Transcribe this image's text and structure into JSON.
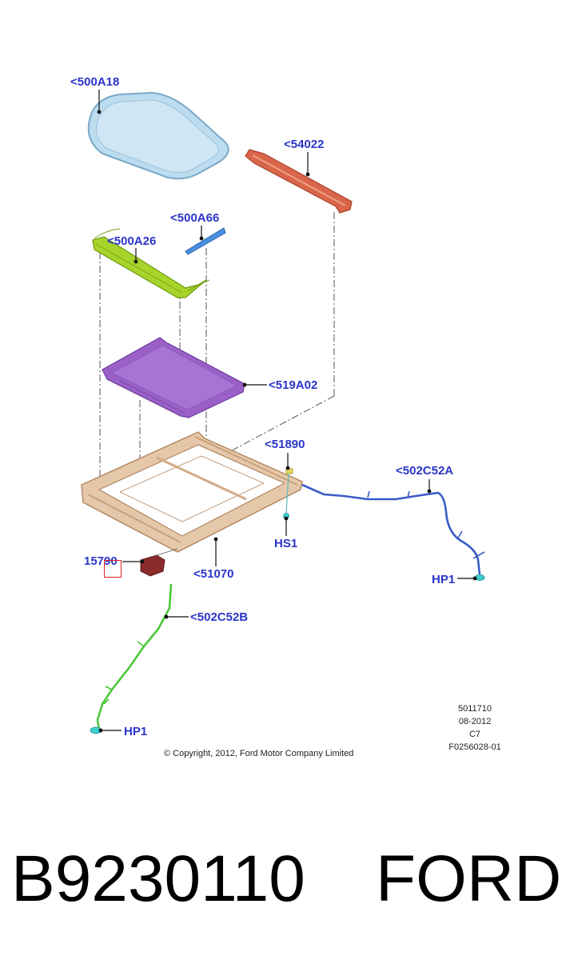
{
  "callouts": {
    "c500a18": "<500A18",
    "c54022": "<54022",
    "c500a66": "<500A66",
    "c500a26": "<500A26",
    "c519a02": "<519A02",
    "c51890": "<51890",
    "c502c52a": "<502C52A",
    "chs1": "HS1",
    "chp1_right": "HP1",
    "c15790": "15790",
    "c51070": "<51070",
    "c502c52b": "<502C52B",
    "chp1_left": "HP1"
  },
  "drawing_info": {
    "line1": "5011710",
    "line2": "08-2012",
    "line3": "C7",
    "line4": "F0256028-01"
  },
  "copyright": "© Copyright, 2012, Ford Motor Company Limited",
  "footer": {
    "part_number": "B9230110",
    "brand": "FORD"
  },
  "colors": {
    "label": "#2a35c9",
    "glass_panel": "#b8d8ee",
    "deflector": "#d9664a",
    "seal_blue": "#4a90e0",
    "rail_green": "#9fd22a",
    "sunshade": "#9a60c8",
    "frame": "#d9b494",
    "motor": "#8a2a2a",
    "harness_a": "#3a5cc8",
    "harness_b": "#4cc83a",
    "connector": "#3ad0d0",
    "highlight": "#e02020"
  }
}
